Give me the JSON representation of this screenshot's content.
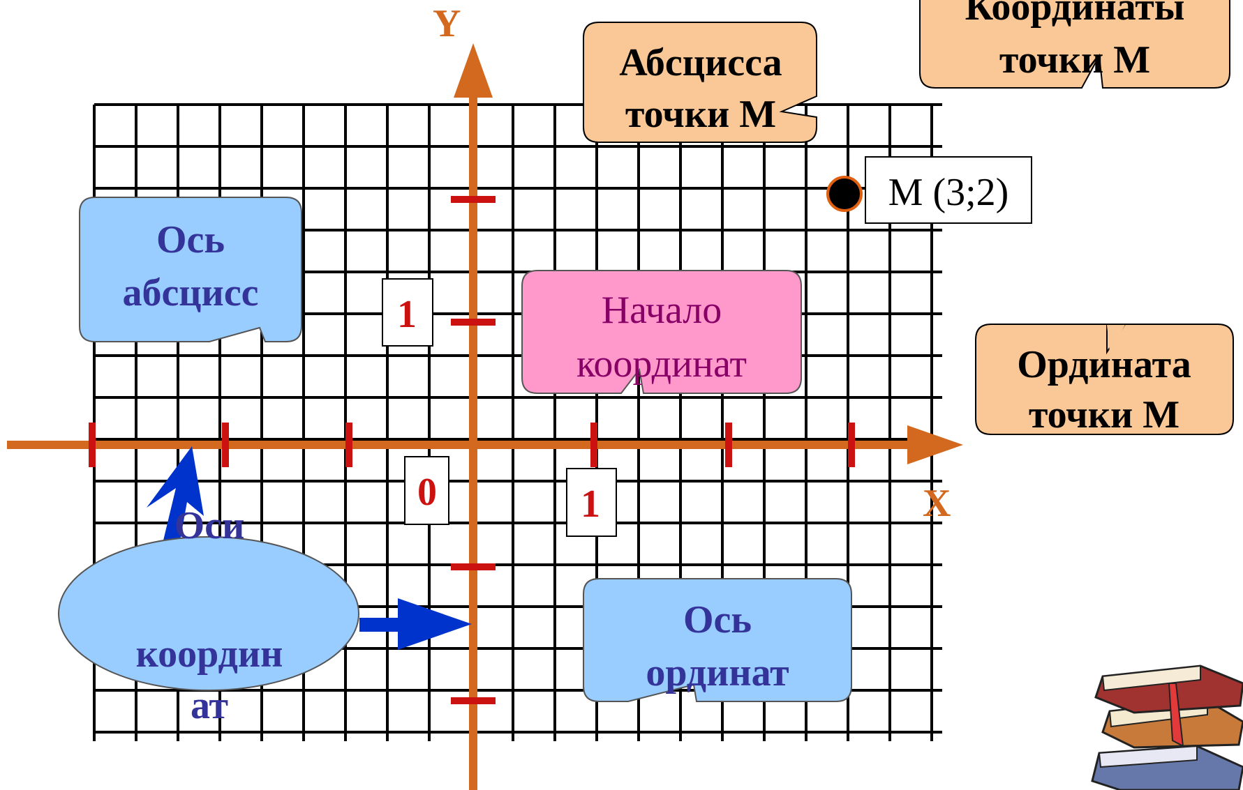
{
  "axes": {
    "x_label": "X",
    "y_label": "Y",
    "origin_label": "0",
    "unit_x_label": "1",
    "unit_y_label": "1"
  },
  "point": {
    "label": "M (3;2)",
    "x": 3,
    "y": 2
  },
  "callouts": {
    "abscissa_of_m": {
      "line1": "Абсцисса",
      "line2": "точки М"
    },
    "coordinates_of_m": {
      "line1": "Координаты",
      "line2": "точки М"
    },
    "ordinate_of_m": {
      "line1": "Ордината",
      "line2": "точки М"
    },
    "x_axis_name": {
      "line1": "Ось",
      "line2": "абсцисс"
    },
    "origin_name": {
      "line1": "Начало",
      "line2": "координат"
    },
    "y_axis_name": {
      "line1": "Ось",
      "line2": "ординат"
    },
    "coordinate_axes": {
      "line1": "Оси",
      "line2": "координ",
      "line3": "ат"
    }
  },
  "colors": {
    "axis": "#D2691E",
    "tick": "#CC1111",
    "grid": "#000000",
    "callout_orange": "#FAC896",
    "callout_blue": "#99CCFF",
    "callout_pink": "#FF99CC",
    "blue_text": "#333399",
    "pink_text": "#880066",
    "arrow_blue": "#0033CC",
    "unit_red": "#CC1111"
  },
  "icons": {
    "books": "stack-of-books-icon"
  }
}
